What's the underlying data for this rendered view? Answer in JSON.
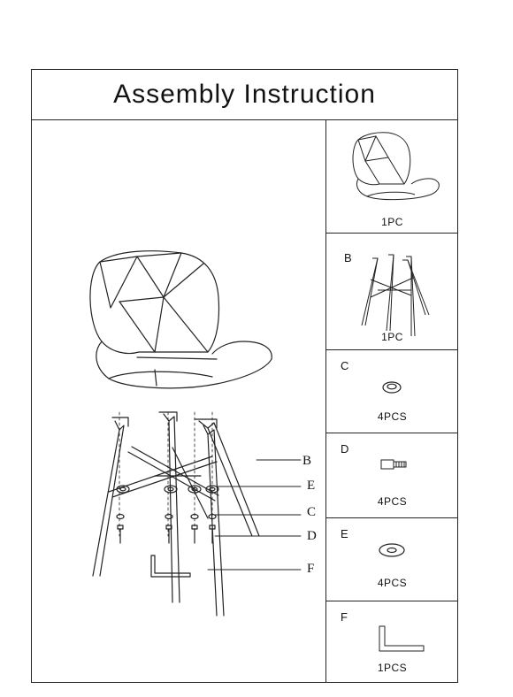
{
  "document": {
    "title": "Assembly Instruction"
  },
  "diagram": {
    "callouts": {
      "b": "B",
      "e": "E",
      "c": "C",
      "d": "D",
      "f": "F"
    }
  },
  "parts": [
    {
      "letter": "",
      "qty": "1PC",
      "icon": "seat-icon"
    },
    {
      "letter": "B",
      "qty": "1PC",
      "icon": "leg-frame-icon"
    },
    {
      "letter": "C",
      "qty": "4PCS",
      "icon": "washer-icon"
    },
    {
      "letter": "D",
      "qty": "4PCS",
      "icon": "bolt-icon"
    },
    {
      "letter": "E",
      "qty": "4PCS",
      "icon": "flat-washer-icon"
    },
    {
      "letter": "F",
      "qty": "1PCS",
      "icon": "allen-key-icon"
    }
  ]
}
